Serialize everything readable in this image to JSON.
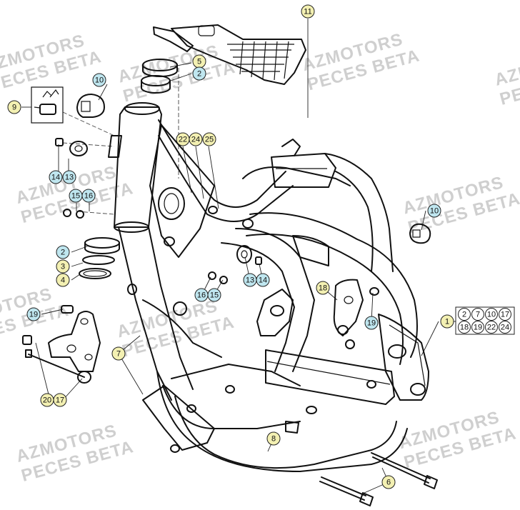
{
  "watermark": {
    "lines": [
      "AZMOTORS",
      "PECES BETA"
    ],
    "color": "#cfcfcf"
  },
  "colors": {
    "yellow_callout": "#f3f0b2",
    "blue_callout": "#bfe6ef",
    "white_callout": "#ffffff",
    "line": "#111111"
  },
  "callouts": [
    {
      "id": "c11",
      "label": "11",
      "color": "yellow"
    },
    {
      "id": "c5",
      "label": "5",
      "color": "yellow"
    },
    {
      "id": "c2a",
      "label": "2",
      "color": "blue"
    },
    {
      "id": "c10a",
      "label": "10",
      "color": "blue"
    },
    {
      "id": "c9",
      "label": "9",
      "color": "yellow"
    },
    {
      "id": "c22",
      "label": "22",
      "color": "yellow"
    },
    {
      "id": "c24",
      "label": "24",
      "color": "yellow"
    },
    {
      "id": "c25",
      "label": "25",
      "color": "yellow"
    },
    {
      "id": "c14a",
      "label": "14",
      "color": "blue"
    },
    {
      "id": "c13a",
      "label": "13",
      "color": "blue"
    },
    {
      "id": "c15a",
      "label": "15",
      "color": "blue"
    },
    {
      "id": "c16a",
      "label": "16",
      "color": "blue"
    },
    {
      "id": "c10b",
      "label": "10",
      "color": "blue"
    },
    {
      "id": "c2b",
      "label": "2",
      "color": "blue"
    },
    {
      "id": "c3",
      "label": "3",
      "color": "yellow"
    },
    {
      "id": "c4",
      "label": "4",
      "color": "yellow"
    },
    {
      "id": "c13b",
      "label": "13",
      "color": "blue"
    },
    {
      "id": "c14b",
      "label": "14",
      "color": "blue"
    },
    {
      "id": "c16b",
      "label": "16",
      "color": "blue"
    },
    {
      "id": "c15b",
      "label": "15",
      "color": "blue"
    },
    {
      "id": "c18",
      "label": "18",
      "color": "yellow"
    },
    {
      "id": "c19a",
      "label": "19",
      "color": "blue"
    },
    {
      "id": "c19b",
      "label": "19",
      "color": "blue"
    },
    {
      "id": "c1",
      "label": "1",
      "color": "yellow"
    },
    {
      "id": "c7",
      "label": "7",
      "color": "yellow"
    },
    {
      "id": "c20",
      "label": "20",
      "color": "yellow"
    },
    {
      "id": "c17",
      "label": "17",
      "color": "yellow"
    },
    {
      "id": "c8",
      "label": "8",
      "color": "yellow"
    },
    {
      "id": "c6",
      "label": "6",
      "color": "yellow"
    }
  ],
  "kit_box": {
    "items": [
      "2",
      "7",
      "10",
      "17",
      "18",
      "19",
      "22",
      "24"
    ]
  }
}
